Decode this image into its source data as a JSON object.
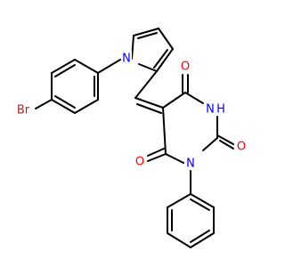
{
  "colors": {
    "background": "#ffffff",
    "bond": "#000000",
    "oxygen": "#ff0000",
    "nitrogen": "#0000ff",
    "bromine": "#a52a2a"
  },
  "atoms": {
    "br": "Br",
    "n_pyrrole": "N",
    "o_top": "O",
    "nh": "N",
    "h": "H",
    "o_right": "O",
    "o_left": "O",
    "n_phenyl": "N"
  }
}
